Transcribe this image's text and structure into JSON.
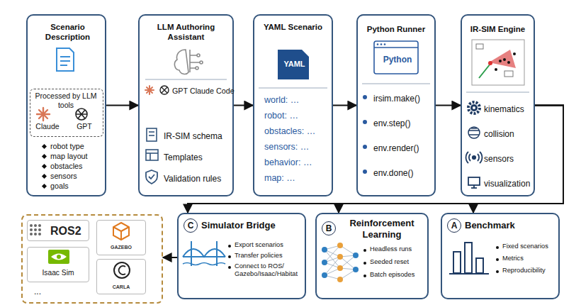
{
  "diagram": {
    "nodes": [
      {
        "text": [
          "Scenario Description",
          "robot type",
          "map layout",
          "obstacles",
          "sensors",
          "goals"
        ]
      },
      {
        "text": [
          "Processed by LLM tools",
          "Claude",
          "GPT"
        ],
        "in": 0
      },
      {
        "text": [
          "LLM Authoring Assistant",
          "GPT Claude Code",
          "IR-SIM schema",
          "Templates",
          "Validation rules"
        ]
      },
      {
        "text": [
          "YAML Scenario",
          "YAML",
          "world: …",
          "robot: …",
          "obstacles: …",
          "sensors: …",
          "behavior: …",
          "map: …"
        ]
      },
      {
        "text": [
          "Python Runner",
          "Python",
          "irsim.make()",
          "env.step()",
          "env.render()",
          "env.done()"
        ]
      },
      {
        "text": [
          "IR-SIM Engine",
          "kinematics",
          "collision",
          "sensors",
          "visualization"
        ]
      },
      {
        "text": [
          "C",
          "Simulator Bridge",
          "Export scenarios",
          "Transfer policies",
          "Connect to ROS/ Gazebo/Isaac/Habitat"
        ]
      },
      {
        "text": [
          "B",
          "Reinforcement Learning",
          "Headless runs",
          "Seeded reset",
          "Batch episodes"
        ]
      },
      {
        "text": [
          "A",
          "Benchmark",
          "Fixed scenarios",
          "Metrics",
          "Reproducibility"
        ]
      },
      {
        "text": [
          "..."
        ]
      },
      {
        "text": [
          "ROS2"
        ],
        "in": 9
      },
      {
        "text": [
          "GAZEBO"
        ],
        "in": 9
      },
      {
        "text": [
          "Isaac Sim"
        ],
        "in": 9
      },
      {
        "text": [
          "CARLA"
        ],
        "in": 9
      }
    ],
    "edges": [
      {
        "from": 0,
        "to": 2,
        "arrow": "to"
      },
      {
        "from": 2,
        "to": 3,
        "arrow": "to"
      },
      {
        "from": 3,
        "to": 4,
        "arrow": "to"
      },
      {
        "from": 4,
        "to": 5,
        "arrow": "to"
      },
      {
        "from": 5,
        "to": 8,
        "arrow": "to"
      },
      {
        "from": 5,
        "to": 7,
        "arrow": "to"
      },
      {
        "from": 5,
        "to": 6,
        "arrow": "to"
      },
      {
        "from": 6,
        "to": 9,
        "arrow": "to"
      }
    ]
  }
}
